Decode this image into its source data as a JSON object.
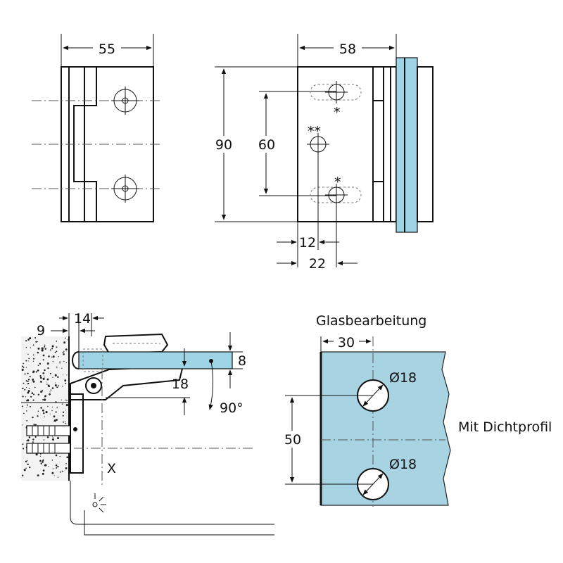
{
  "view_top_left": {
    "dim_width": "55"
  },
  "view_top_right": {
    "dim_width": "58",
    "dim_height": "90",
    "dim_hole_spacing": "60",
    "dim_offset_small": "12",
    "dim_offset_large": "22",
    "mark_slot_top": "*",
    "mark_center": "**",
    "mark_slot_bottom": "*"
  },
  "view_section": {
    "dim_wall_gap": "9",
    "dim_body_depth": "14",
    "dim_glass_thickness": "8",
    "dim_axis_offset": "18",
    "rotation_angle": "90°",
    "section_mark": "X"
  },
  "view_glass": {
    "title": "Glasbearbeitung",
    "dim_edge_distance": "30",
    "dim_hole_spacing": "50",
    "hole_top_label": "Ø18",
    "hole_bottom_label": "Ø18",
    "side_note": "Mit Dichtprofil"
  },
  "colors": {
    "glass": "#9fd4e6",
    "line": "#111111"
  }
}
